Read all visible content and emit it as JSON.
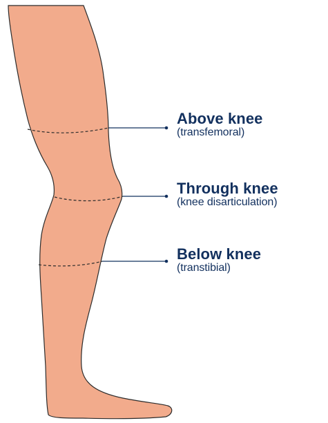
{
  "colors": {
    "skin": "#f2ab8c",
    "outline": "#2b2b2b",
    "label": "#12305e"
  },
  "levels": [
    {
      "id": "above",
      "title": "Above knee",
      "subtitle": "(transfemoral)"
    },
    {
      "id": "through",
      "title": "Through knee",
      "subtitle": "(knee disarticulation)"
    },
    {
      "id": "below",
      "title": "Below knee",
      "subtitle": "(transtibial)"
    }
  ]
}
